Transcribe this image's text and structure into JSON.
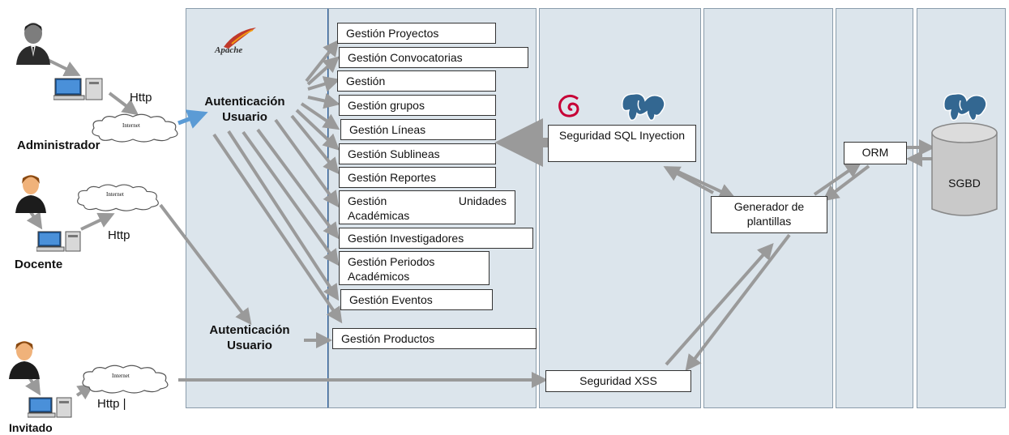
{
  "actors": {
    "admin": "Administrador",
    "docente": "Docente",
    "invitado": "Invitado"
  },
  "protocol": {
    "http_admin": "Http",
    "http_docente": "Http",
    "http_invitado": "Http |"
  },
  "cloud_label": "Internet",
  "server_logo": "Apache",
  "auth": {
    "top": "Autenticación Usuario",
    "bottom": "Autenticación Usuario"
  },
  "modules": [
    "Gestión Proyectos",
    "Gestión Convocatorias",
    "Gestión",
    "Gestión grupos",
    "Gestión Líneas",
    "Gestión Sublineas",
    "Gestión Reportes",
    "Gestión Unidades Académicas",
    "Gestión Investigadores",
    "Gestión Periodos Académicos",
    "Gestión Eventos",
    "Gestión Productos"
  ],
  "security": {
    "sql": "Seguridad SQL Inyection",
    "xss": "Seguridad XSS"
  },
  "template_generator": "Generador de plantillas",
  "orm": "ORM",
  "database": "SGBD",
  "colors": {
    "lane_fill": "#dce5ec",
    "lane_border": "#8a9cab",
    "arrow_gray": "#9a9a9a",
    "arrow_blue": "#5b9bd5",
    "apache_red": "#c0392b",
    "debian_red": "#c70036",
    "postgres_blue": "#336791"
  }
}
